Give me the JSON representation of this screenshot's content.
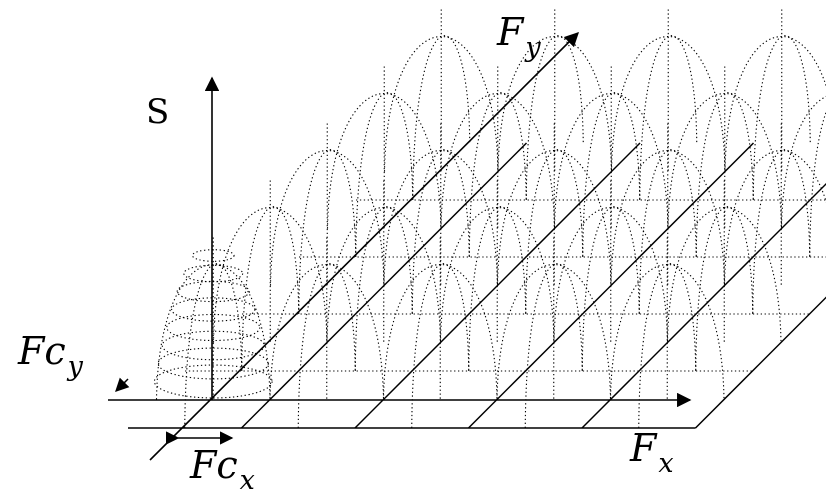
{
  "labels": {
    "s_axis": "S",
    "fy_main": "F",
    "fy_sub": "y",
    "fx_main": "F",
    "fx_sub": "x",
    "fcy_main": "Fc",
    "fcy_sub": "y",
    "fcx_main": "Fc",
    "fcx_sub": "x"
  },
  "lattice": {
    "rows": 5,
    "columns": 5,
    "pattern": "spectral-replicas"
  }
}
